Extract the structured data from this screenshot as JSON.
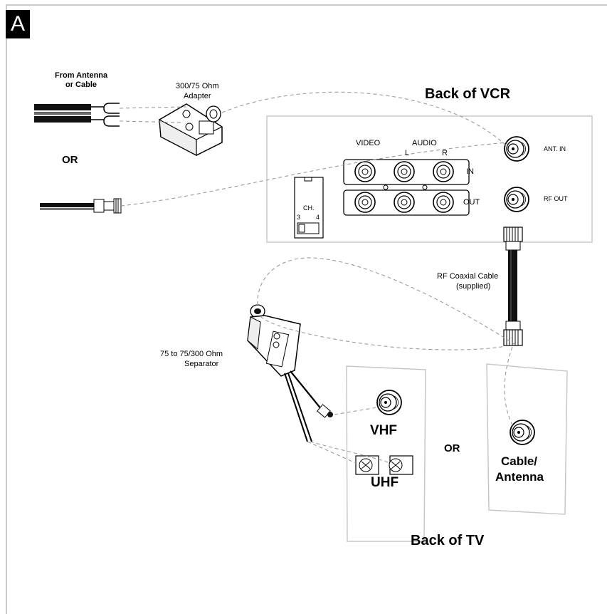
{
  "figure": {
    "badge": "A",
    "source_label_line1": "From Antenna",
    "source_label_line2": "or Cable",
    "adapter_label_line1": "300/75 Ohm",
    "adapter_label_line2": "Adapter",
    "or_label_left": "OR",
    "or_label_right": "OR",
    "vcr": {
      "title": "Back of VCR",
      "video_label": "VIDEO",
      "audio_label": "AUDIO",
      "left_label": "L",
      "right_label": "R",
      "in_label": "IN",
      "out_label": "OUT",
      "channel_label": "CH.",
      "channel_3": "3",
      "channel_4": "4",
      "ant_in_label": "ANT. IN",
      "rf_out_label": "RF OUT"
    },
    "cable_label_line1": "RF Coaxial Cable",
    "cable_label_line2": "(supplied)",
    "separator_label_line1": "75 to 75/300 Ohm",
    "separator_label_line2": "Separator",
    "tv": {
      "title": "Back of TV",
      "vhf_label": "VHF",
      "uhf_label": "UHF",
      "cable_antenna_line1": "Cable/",
      "cable_antenna_line2": "Antenna"
    }
  }
}
